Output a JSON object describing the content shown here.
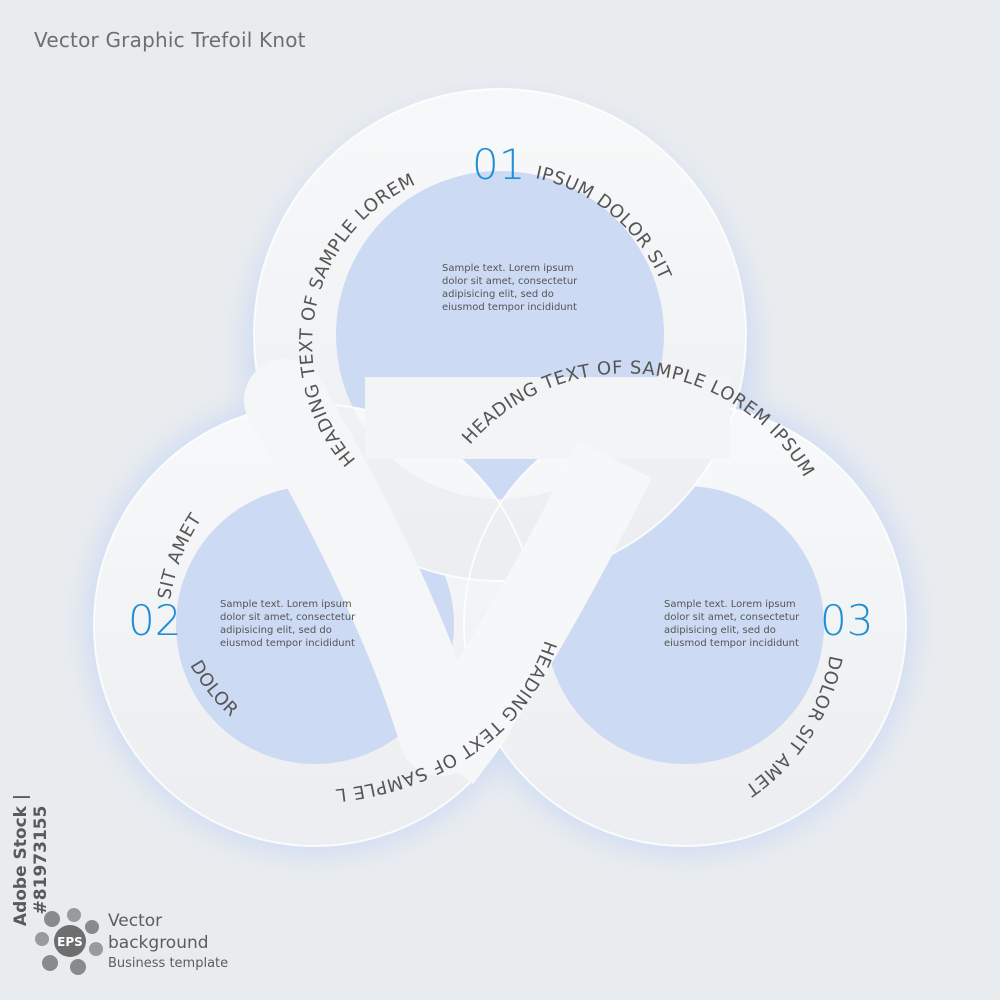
{
  "title": "Vector Graphic Trefoil Knot",
  "stock_id": "Adobe Stock | #81973155",
  "watermark": "Adobe Stock",
  "segments": [
    {
      "number": "01",
      "arc_left": "HEADING TEXT OF SAMPLE LOREM",
      "arc_right": "IPSUM DOLOR SIT",
      "body": "Sample text. Lorem ipsum dolor sit amet, consectetur adipisicing elit, sed do eiusmod tempor incididunt"
    },
    {
      "number": "02",
      "arc_outer": "SIT AMET",
      "arc_lower": "DOLOR",
      "body": "Sample text. Lorem ipsum dolor sit amet, consectetur adipisicing elit, sed do eiusmod tempor incididunt"
    },
    {
      "number": "03",
      "arc_outer": "DOLOR SIT AMET",
      "body": "Sample text. Lorem ipsum dolor sit amet, consectetur adipisicing elit, sed do eiusmod tempor incididunt"
    }
  ],
  "band_heading_right": "HEADING TEXT OF SAMPLE LOREM IPSUM",
  "band_heading_bottom": "HEADING TEXT OF SAMPLE LOREM IPSUM",
  "badge": {
    "label": "EPS",
    "line1": "Vector",
    "line2": "background",
    "line3": "Business template"
  },
  "colors": {
    "background": "#e9ecef",
    "ring": "#f4f5f7",
    "accent": "#1e8fd6",
    "glow": "#bcd0f2"
  }
}
